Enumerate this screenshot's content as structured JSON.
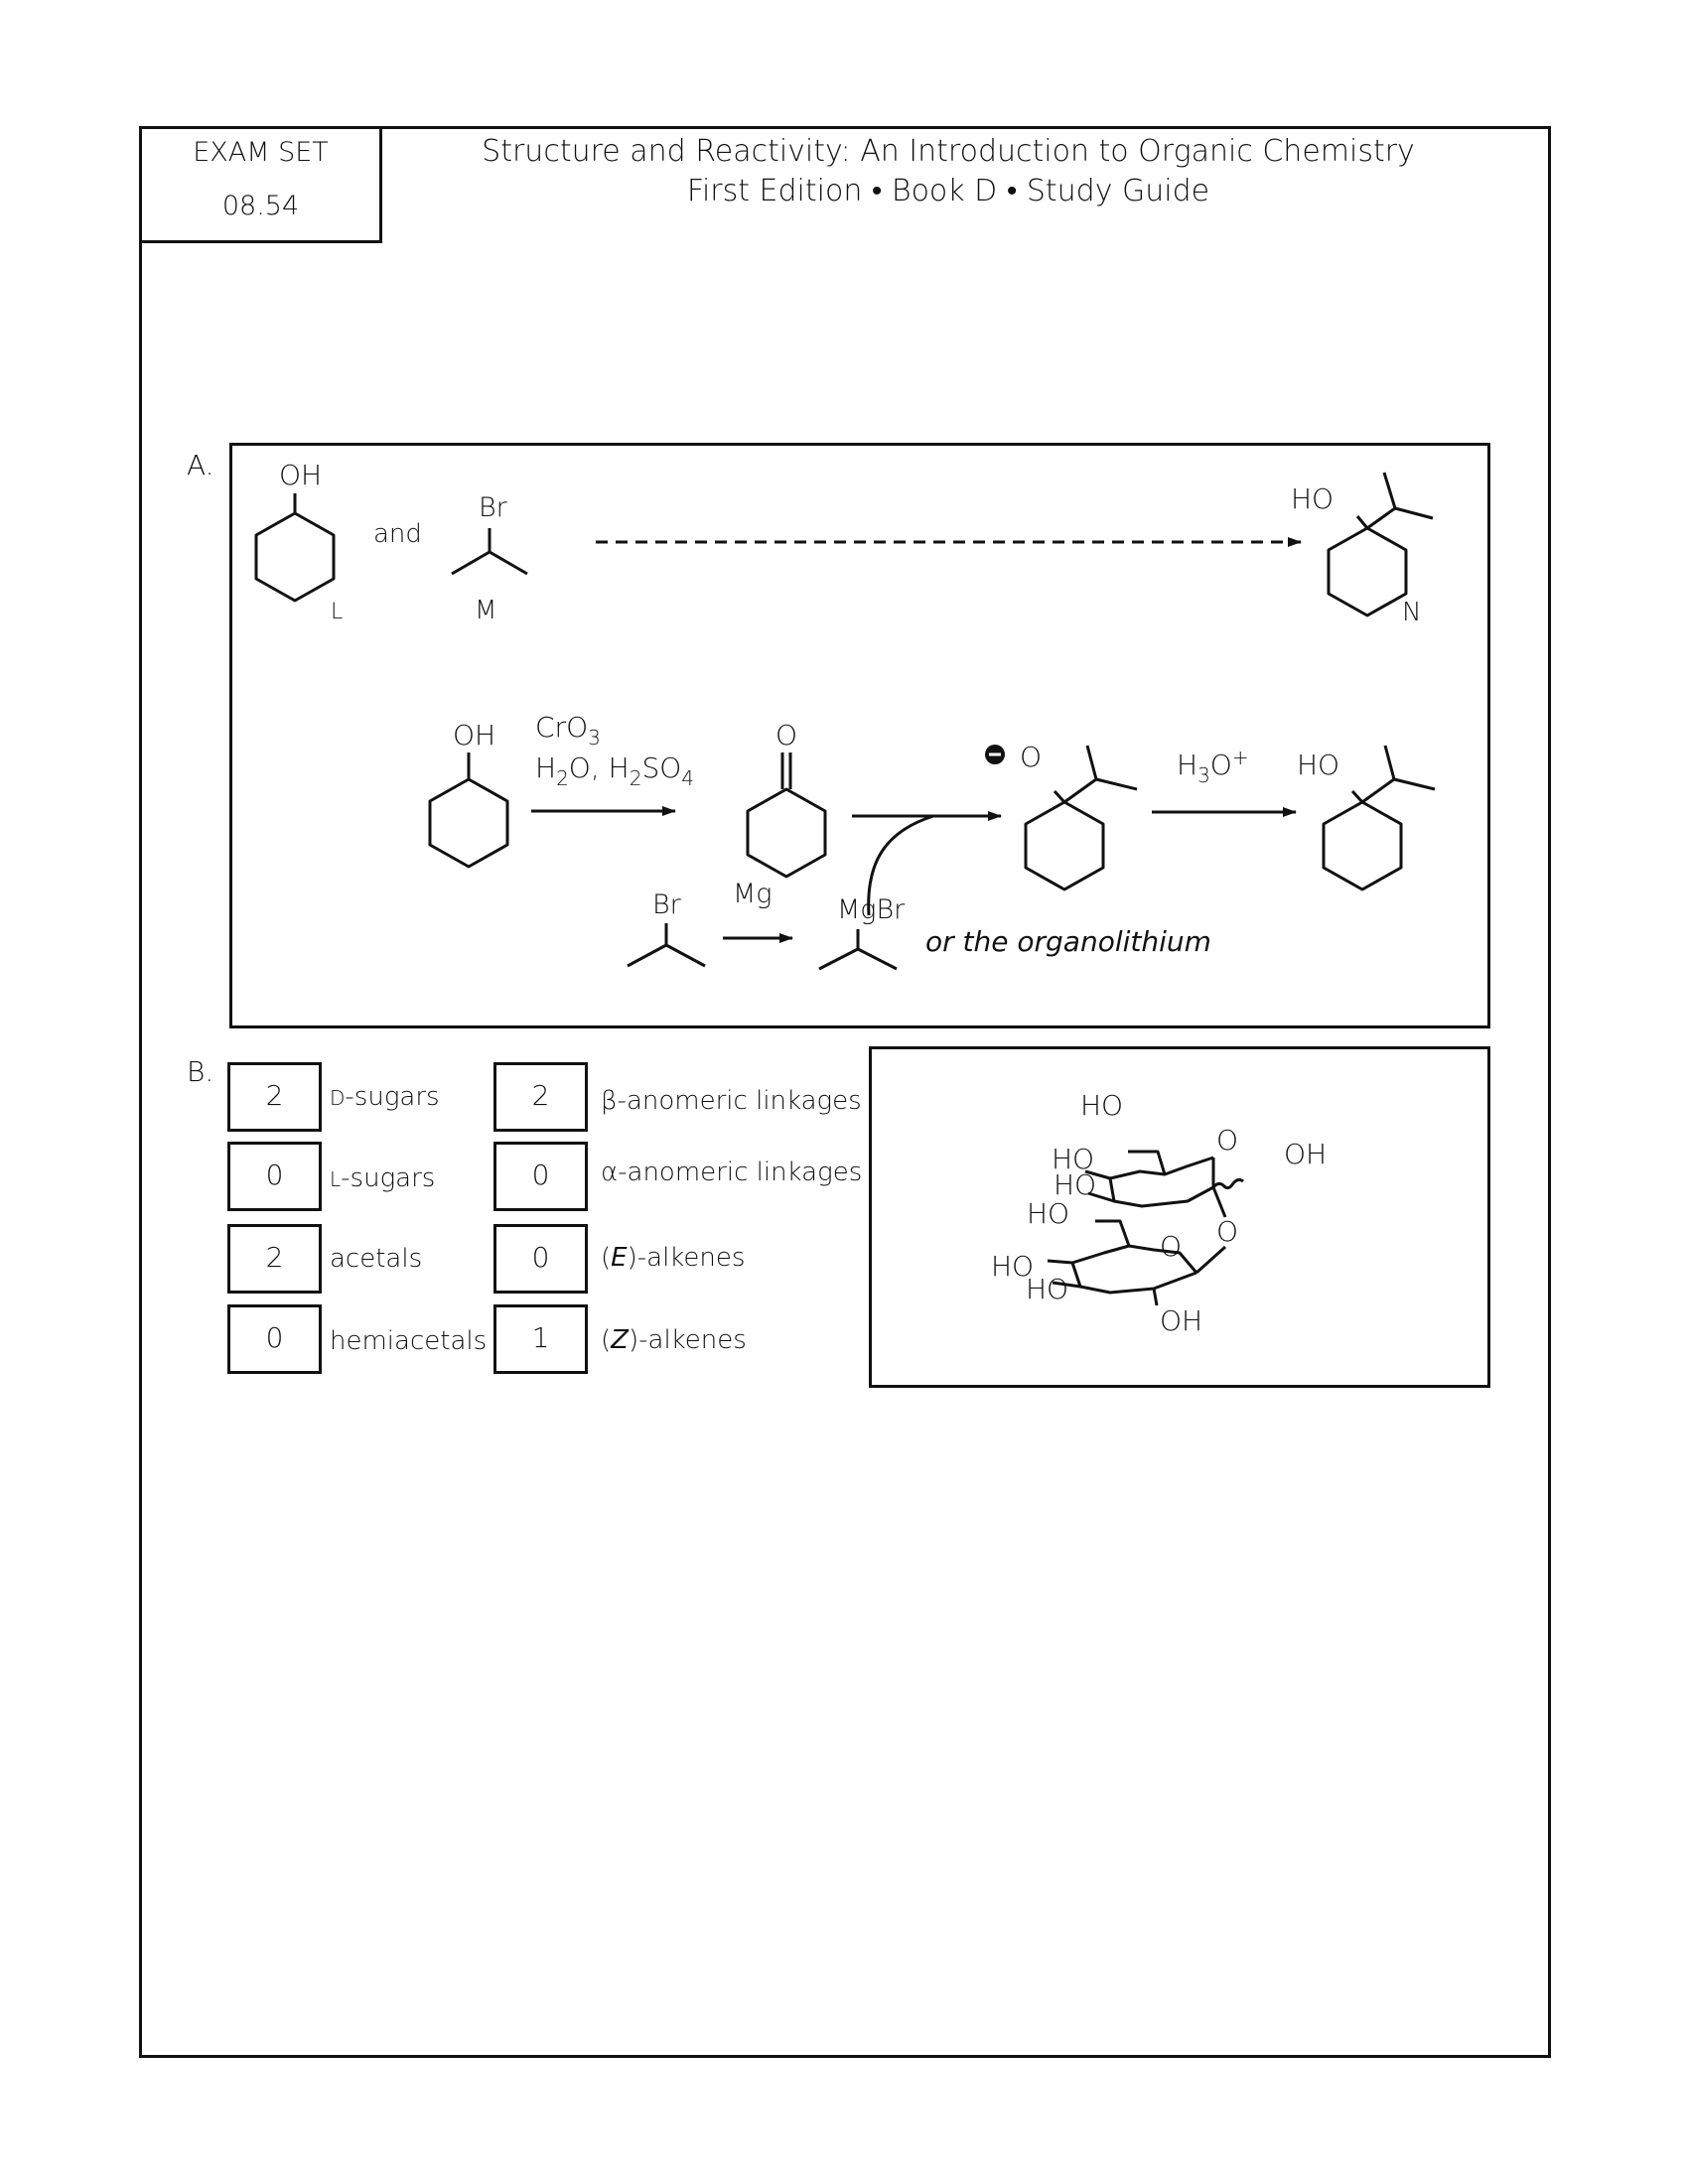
{
  "exam_set": {
    "label": "EXAM SET",
    "number": "08.54"
  },
  "header": {
    "line1": "Structure and Reactivity: An Introduction to Organic Chemistry",
    "line2": "First Edition • Book D • Study Guide"
  },
  "part_a": {
    "label": "A.",
    "oh": "OH",
    "and": "and",
    "br": "Br",
    "ho": "HO",
    "compound_l": "L",
    "compound_m": "M",
    "compound_n": "N",
    "oxidant": "CrO",
    "oxidant_sub": "3",
    "solvent_h": "H",
    "solvent_sub1": "2",
    "solvent_mid": "O, H",
    "solvent_sub2": "2",
    "solvent_so": "SO",
    "solvent_sub3": "4",
    "ketone_o": "O",
    "alkoxide_o": "O",
    "acid_h": "H",
    "acid_sub": "3",
    "acid_o": "O",
    "acid_sup": "+",
    "mg": "Mg",
    "mgbr": "MgBr",
    "note": "or the organolithium"
  },
  "part_b": {
    "label": "B.",
    "counts": [
      {
        "value": "2",
        "prefix": "D",
        "label": "-sugars"
      },
      {
        "value": "0",
        "prefix": "L",
        "label": "-sugars"
      },
      {
        "value": "2",
        "prefix": "",
        "label": "acetals"
      },
      {
        "value": "0",
        "prefix": "",
        "label": "hemiacetals"
      }
    ],
    "counts2": [
      {
        "value": "2",
        "label": "β-anomeric linkages"
      },
      {
        "value": "0",
        "label": "α-anomeric linkages"
      },
      {
        "value": "0",
        "italic": "E",
        "label": "-alkenes"
      },
      {
        "value": "1",
        "italic": "Z",
        "label": "-alkenes"
      }
    ],
    "sugar": {
      "ho1": "HO",
      "o_ring1": "O",
      "oh1": "OH",
      "ho2": "HO",
      "ho3": "HO",
      "o_link": "O",
      "ho4": "HO",
      "o_ring2": "O",
      "ho5": "HO",
      "ho6": "HO",
      "oh2": "OH"
    }
  }
}
